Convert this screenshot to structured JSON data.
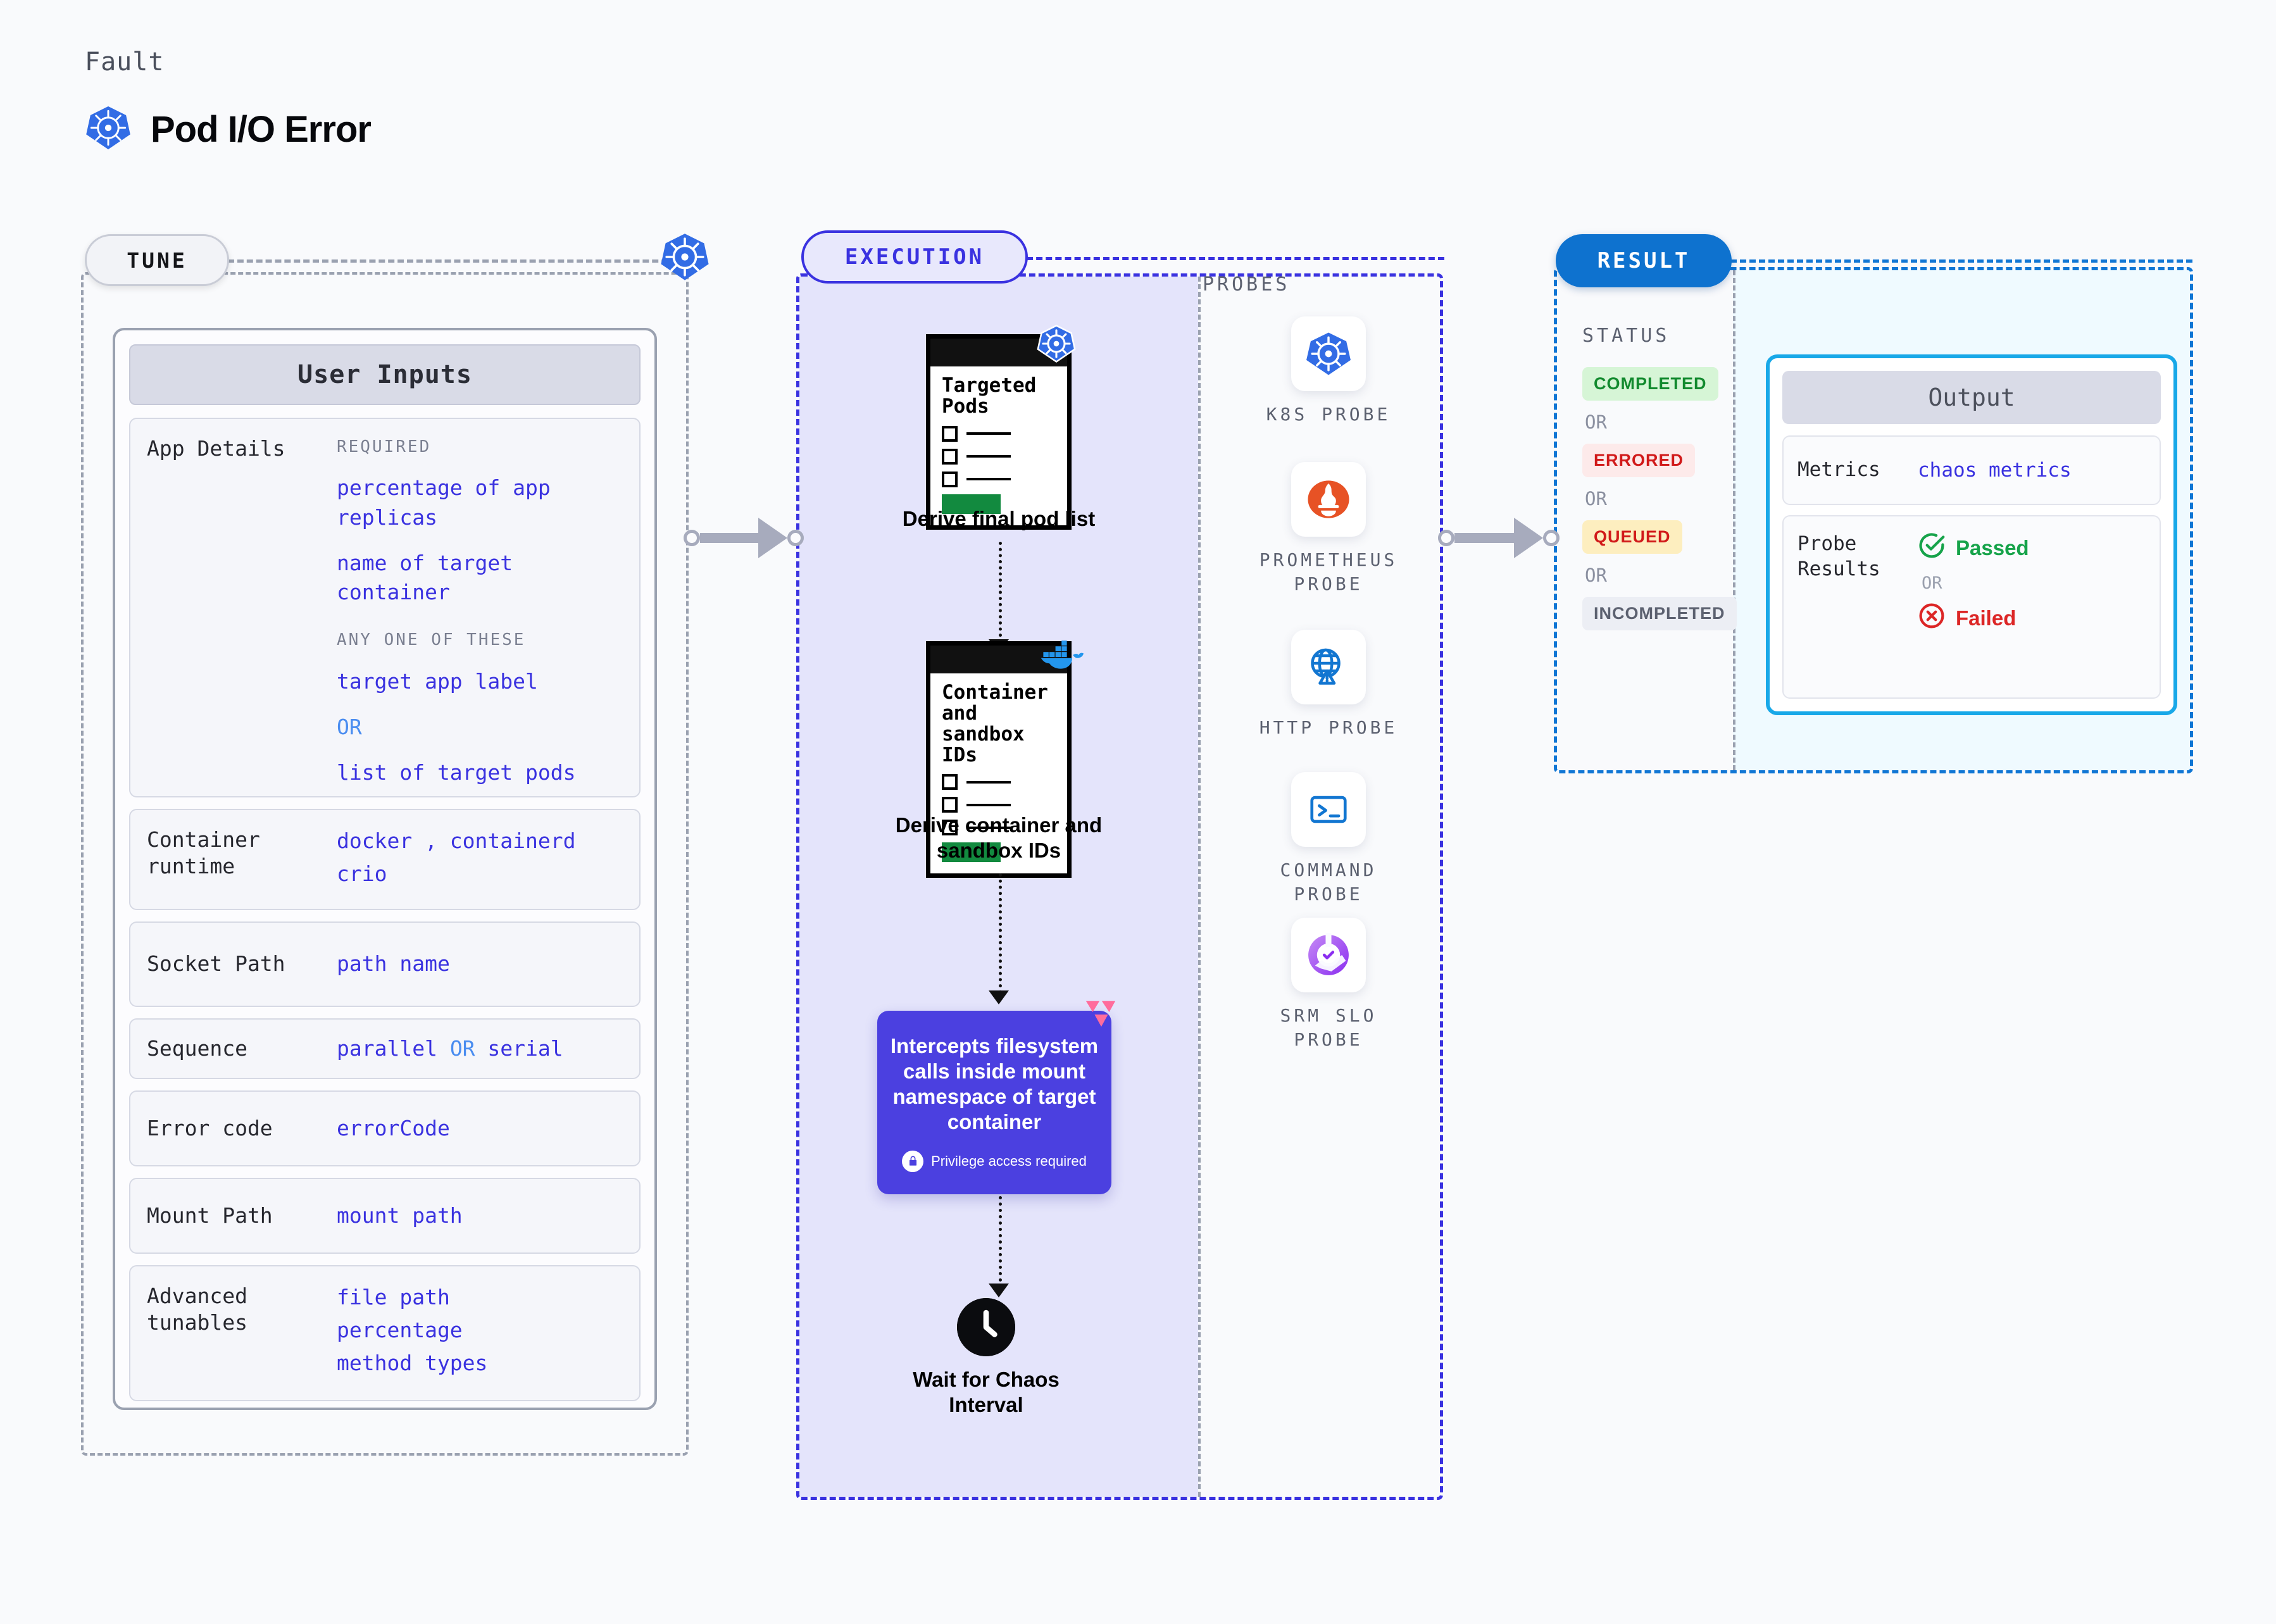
{
  "header": {
    "eyebrow": "Fault",
    "title": "Pod I/O Error",
    "logo_icon": "kubernetes-logo"
  },
  "tune": {
    "tag": "TUNE",
    "card_title": "User Inputs",
    "rows": [
      {
        "label": "App Details",
        "required_label": "REQUIRED",
        "required_values": [
          "percentage of app replicas",
          "name of target container"
        ],
        "anyone_label": "ANY ONE OF THESE",
        "anyone_values": [
          "target app label",
          "list of target pods"
        ],
        "or": "OR"
      },
      {
        "label": "Container\nruntime",
        "values": [
          "docker , containerd",
          "crio"
        ]
      },
      {
        "label": "Socket Path",
        "values": [
          "path name"
        ]
      },
      {
        "label": "Sequence",
        "values_pre": "parallel ",
        "or": "OR",
        "values_post": " serial"
      },
      {
        "label": "Error code",
        "values": [
          "errorCode"
        ]
      },
      {
        "label": "Mount Path",
        "values": [
          "mount path"
        ]
      },
      {
        "label": "Advanced\ntunables",
        "values": [
          "file path",
          "percentage",
          "method types"
        ]
      }
    ]
  },
  "execution": {
    "tag": "EXECUTION",
    "steps": [
      {
        "card_title": "Targeted\nPods",
        "caption": "Derive final pod list",
        "badge_icon": "kubernetes-logo"
      },
      {
        "card_title": "Container\nand\nsandbox\nIDs",
        "caption": "Derive container and sandbox IDs",
        "badge_icon": "docker-logo"
      }
    ],
    "intercept": {
      "text": "Intercepts filesystem calls inside mount namespace of target container",
      "privilege": "Privilege access required",
      "privilege_icon": "lock-icon",
      "badge_icon": "litmus-logo"
    },
    "wait": {
      "caption": "Wait for Chaos Interval",
      "icon": "clock-icon"
    }
  },
  "probes": {
    "title": "PROBES",
    "items": [
      {
        "name": "K8S PROBE",
        "icon": "kubernetes-logo"
      },
      {
        "name": "PROMETHEUS PROBE",
        "icon": "prometheus-logo"
      },
      {
        "name": "HTTP PROBE",
        "icon": "globe-warning-icon"
      },
      {
        "name": "COMMAND PROBE",
        "icon": "terminal-icon"
      },
      {
        "name": "SRM SLO PROBE",
        "icon": "srm-slo-icon"
      }
    ]
  },
  "result": {
    "tag": "RESULT",
    "status_title": "STATUS",
    "or": "OR",
    "statuses": [
      {
        "label": "COMPLETED",
        "bg": "#d6f5d6",
        "fg": "#128a2e"
      },
      {
        "label": "ERRORED",
        "bg": "#fdeaea",
        "fg": "#d11a1a"
      },
      {
        "label": "QUEUED",
        "bg": "#fdeebf",
        "fg": "#d11a1a"
      },
      {
        "label": "INCOMPLETED",
        "bg": "#eceef4",
        "fg": "#5c6170"
      }
    ],
    "output": {
      "title": "Output",
      "metrics_label": "Metrics",
      "metrics_value": "chaos metrics",
      "probe_label": "Probe\nResults",
      "passed": "Passed",
      "failed": "Failed",
      "or": "OR",
      "pass_icon": "check-circle-icon",
      "fail_icon": "x-circle-icon"
    }
  },
  "colors": {
    "accent_blue": "#3a32e0",
    "result_blue": "#0e72cf",
    "cyan": "#18a8e8"
  }
}
